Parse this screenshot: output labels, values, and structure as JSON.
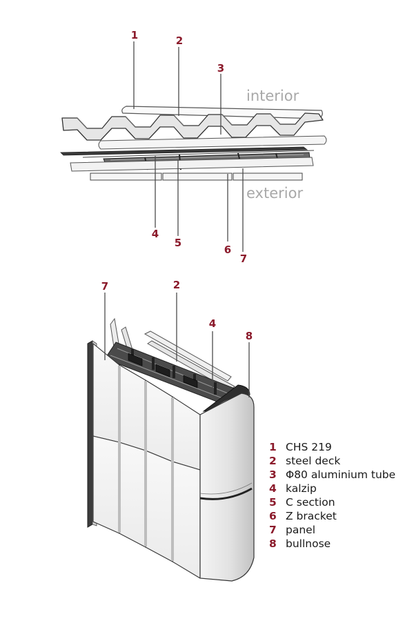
{
  "colors": {
    "accent": "#8b1a2b",
    "side_label": "#a8a8a8",
    "line": "#3a3a3a"
  },
  "top_view": {
    "side_labels": {
      "interior": "interior",
      "exterior": "exterior"
    },
    "callouts": [
      "1",
      "2",
      "3",
      "4",
      "5",
      "6",
      "7"
    ]
  },
  "bottom_view": {
    "callouts": [
      "7",
      "2",
      "4",
      "8"
    ]
  },
  "legend": [
    {
      "num": "1",
      "text": "CHS 219"
    },
    {
      "num": "2",
      "text": "steel deck"
    },
    {
      "num": "3",
      "text": "Φ80 aluminium tube"
    },
    {
      "num": "4",
      "text": "kalzip"
    },
    {
      "num": "5",
      "text": "C section"
    },
    {
      "num": "6",
      "text": "Z bracket"
    },
    {
      "num": "7",
      "text": "panel"
    },
    {
      "num": "8",
      "text": "bullnose"
    }
  ]
}
